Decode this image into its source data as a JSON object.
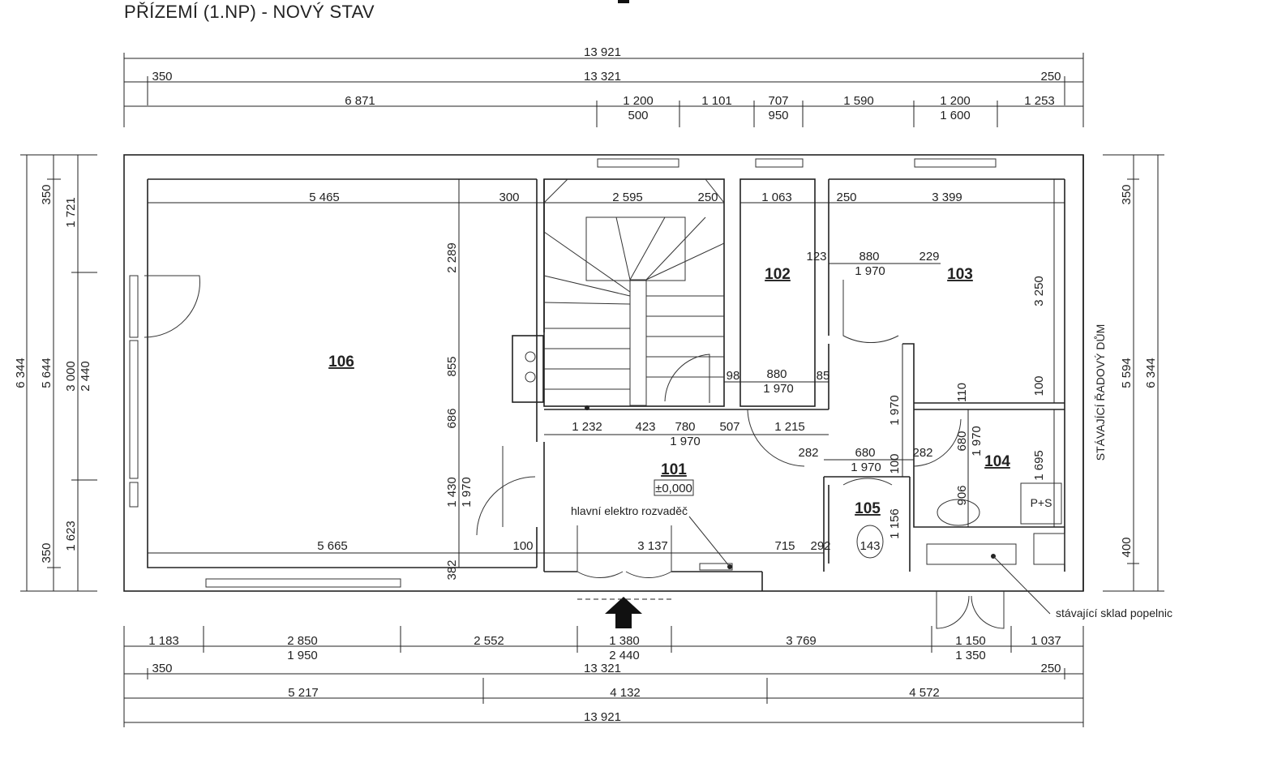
{
  "title": "PŘÍZEMÍ (1.NP) - NOVÝ STAV",
  "rooms": {
    "r101": "101",
    "r102": "102",
    "r103": "103",
    "r104": "104",
    "r105": "105",
    "r106": "106",
    "level_101": "±0,000"
  },
  "labels": {
    "electro": "hlavní elektro rozvaděč",
    "bins": "stávající sklad popelnic",
    "neighbor": "STÁVAJÍCÍ ŘADOVÝ DŮM",
    "ps": "P+S"
  },
  "dims_top": {
    "total": "13 921",
    "a350": "350",
    "mid": "13 321",
    "a250": "250",
    "s1": "6 871",
    "s2": "1 200",
    "s2b": "500",
    "s3": "1 101",
    "s4": "707",
    "s4b": "950",
    "s5": "1 590",
    "s6": "1 200",
    "s6b": "1 600",
    "s7": "1 253"
  },
  "dims_bottom": {
    "b1": "1 183",
    "b2": "2 850",
    "b2b": "1 950",
    "b3": "2 552",
    "b4": "1 380",
    "b4b": "2 440",
    "b5": "3 769",
    "b6": "1 150",
    "b6b": "1 350",
    "b7": "1 037",
    "a350": "350",
    "mid": "13 321",
    "a250": "250",
    "c1": "5 217",
    "c2": "4 132",
    "c3": "4 572",
    "total": "13 921"
  },
  "dims_left": {
    "total": "6 344",
    "inner": "5 644",
    "l350a": "350",
    "l350b": "350",
    "l1721": "1 721",
    "l3000": "3 000",
    "l2440": "2 440",
    "l1623": "1 623"
  },
  "dims_right": {
    "total": "6 344",
    "inner": "5 594",
    "r350": "350",
    "r400": "400"
  },
  "dims_interior": {
    "d5465": "5 465",
    "d300": "300",
    "d2595": "2 595",
    "d250a": "250",
    "d1063": "1 063",
    "d250b": "250",
    "d3399": "3 399",
    "d2289": "2 289",
    "d855": "855",
    "d686": "686",
    "d1430": "1 430",
    "d1970v": "1 970",
    "d382": "382",
    "d5665": "5 665",
    "d100a": "100",
    "d3137": "3 137",
    "d715": "715",
    "d292": "292",
    "d143": "143",
    "d1232": "1 232",
    "d423": "423",
    "d780": "780",
    "d507": "507",
    "d1215": "1 215",
    "d1970a": "1 970",
    "d98": "98",
    "d880a": "880",
    "d85": "85",
    "d1970b": "1 970",
    "d123": "123",
    "d880b": "880",
    "d229": "229",
    "d1970c": "1 970",
    "d3250": "3 250",
    "d100b": "100",
    "d1970d": "1 970",
    "d110": "110",
    "d282a": "282",
    "d680": "680",
    "d282b": "282",
    "d1970e": "1 970",
    "d100c": "100",
    "d1156": "1 156",
    "d680v": "680",
    "d1970f": "1 970",
    "d1695": "1 695",
    "d906": "906"
  }
}
